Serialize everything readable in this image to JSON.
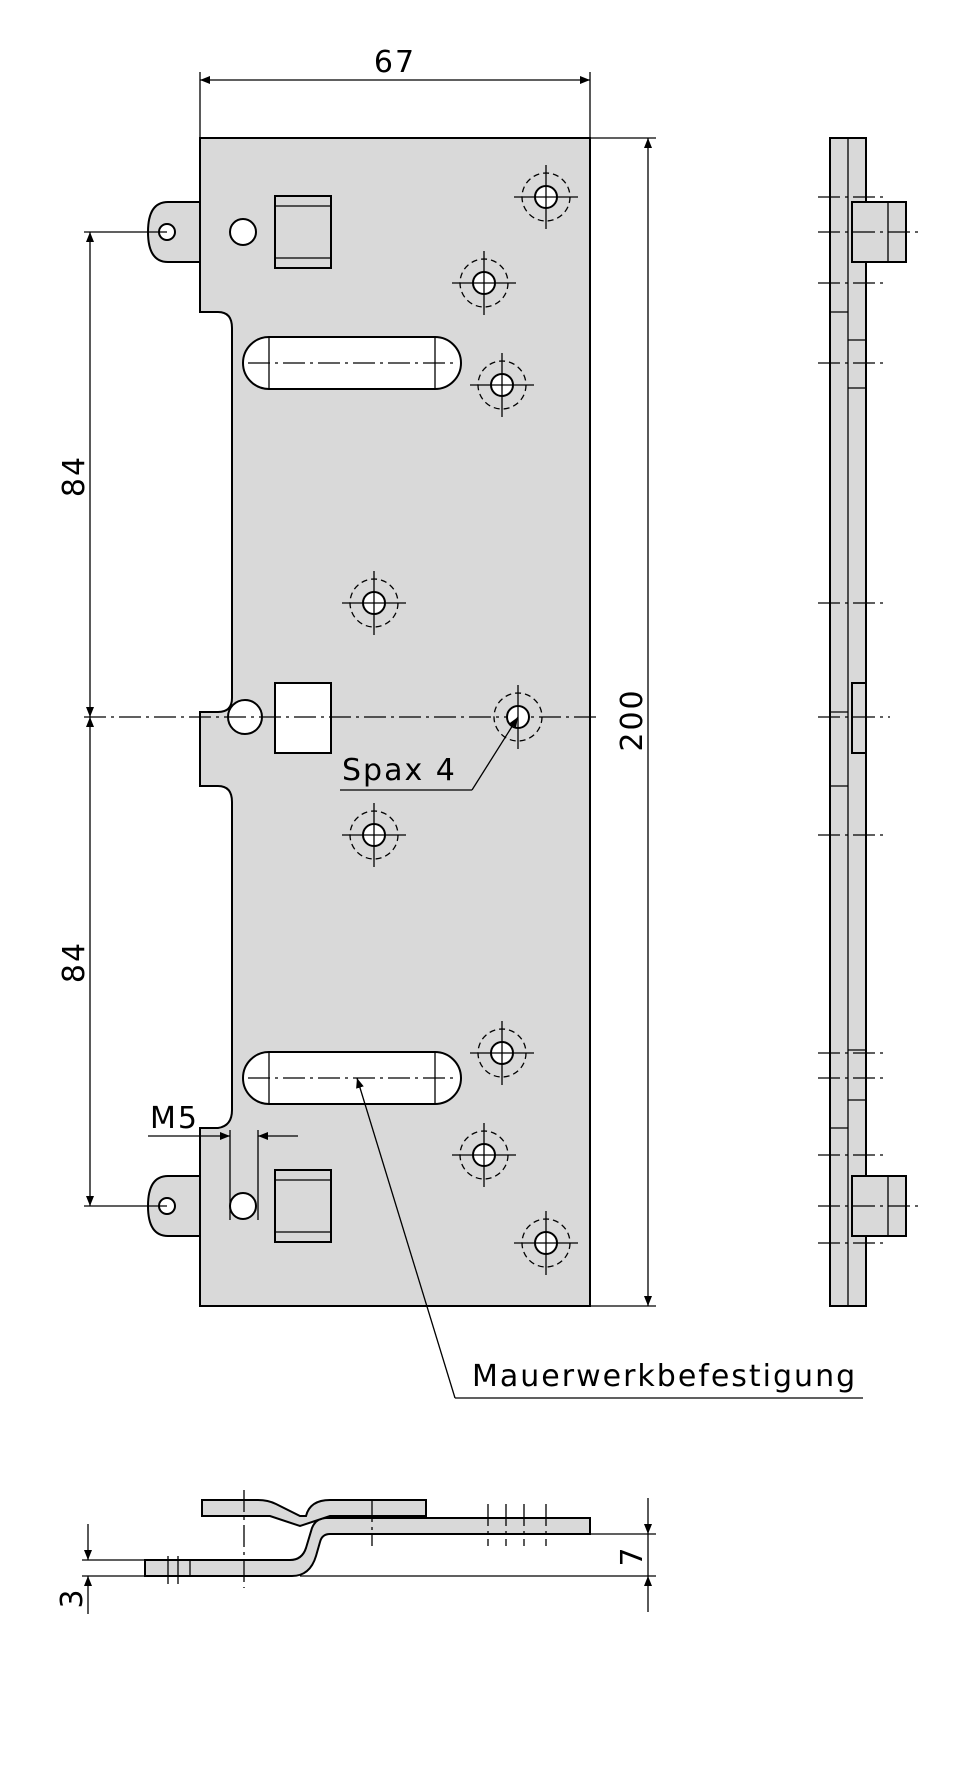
{
  "drawing": {
    "dimensions": {
      "width_top": "67",
      "height_overall": "200",
      "pitch_upper": "84",
      "pitch_lower": "84",
      "thread": "M5",
      "offset_side": "7",
      "thickness": "3"
    },
    "callouts": {
      "screw": "Spax 4",
      "masonry": "Mauerwerkbefestigung"
    }
  }
}
